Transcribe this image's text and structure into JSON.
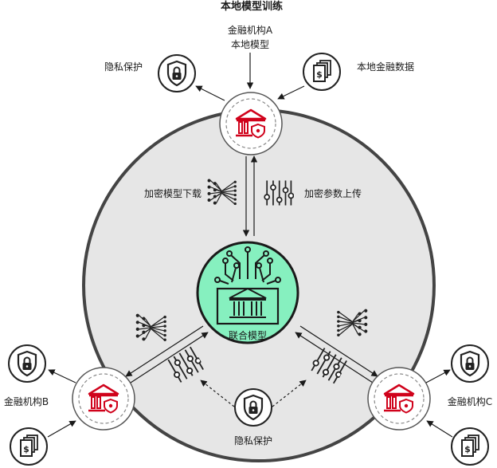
{
  "title": "本地模型训练",
  "top_node": {
    "name_line1": "金融机构A",
    "name_line2": "本地模型"
  },
  "privacy_label_top": "隐私保护",
  "local_data_label": "本地金融数据",
  "download_label": "加密模型下载",
  "upload_label": "加密参数上传",
  "center_label": "联合模型",
  "left_node_label": "金融机构B",
  "right_node_label": "金融机构C",
  "privacy_label_bottom": "隐私保护",
  "colors": {
    "ring_fill": "#e6e6e6",
    "ring_stroke": "#444444",
    "center_fill": "#86f0bf",
    "bank_red": "#d0021b",
    "line": "#1a1a1a"
  }
}
